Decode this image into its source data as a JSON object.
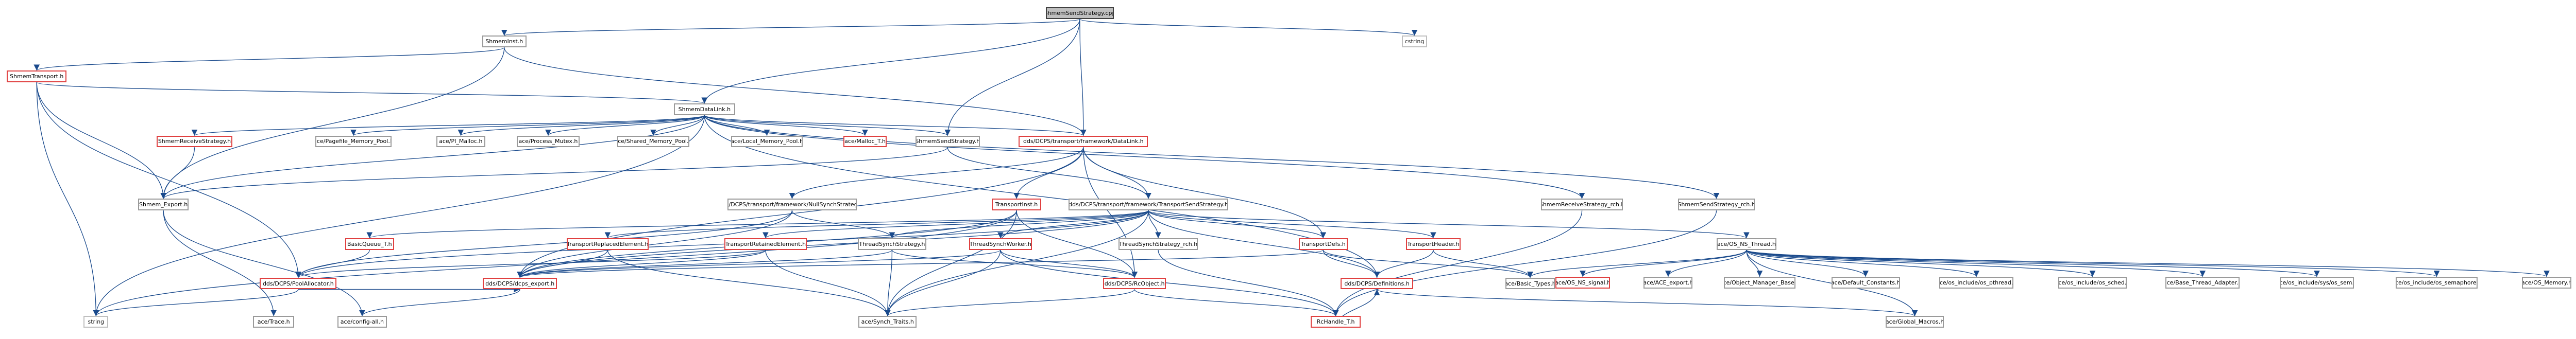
{
  "nodes": [
    {
      "id": "root",
      "label": "ShmemSendStrategy.cpp",
      "style": "root"
    },
    {
      "id": "cstring",
      "label": "cstring",
      "style": "plain"
    },
    {
      "id": "shmeminst",
      "label": "ShmemInst.h",
      "style": "normal"
    },
    {
      "id": "transport",
      "label": "ShmemTransport.h",
      "style": "red"
    },
    {
      "id": "datalink",
      "label": "ShmemDataLink.h",
      "style": "normal"
    },
    {
      "id": "recv",
      "label": "ShmemReceiveStrategy.h",
      "style": "red"
    },
    {
      "id": "pagefile",
      "label": "ace/Pagefile_Memory_Pool.h",
      "style": "normal"
    },
    {
      "id": "pimalloc",
      "label": "ace/PI_Malloc.h",
      "style": "normal"
    },
    {
      "id": "procmutex",
      "label": "ace/Process_Mutex.h",
      "style": "normal"
    },
    {
      "id": "shmpool",
      "label": "ace/Shared_Memory_Pool.h",
      "style": "normal"
    },
    {
      "id": "localpool",
      "label": "ace/Local_Memory_Pool.h",
      "style": "normal"
    },
    {
      "id": "malloc",
      "label": "ace/Malloc_T.h",
      "style": "red"
    },
    {
      "id": "sendstrat",
      "label": "ShmemSendStrategy.h",
      "style": "normal"
    },
    {
      "id": "fwdatalink",
      "label": "dds/DCPS/transport/framework/DataLink.h",
      "style": "red"
    },
    {
      "id": "recvrch",
      "label": "ShmemReceiveStrategy_rch.h",
      "style": "normal"
    },
    {
      "id": "sendrch",
      "label": "ShmemSendStrategy_rch.h",
      "style": "normal"
    },
    {
      "id": "shmemexport",
      "label": "Shmem_Export.h",
      "style": "normal"
    },
    {
      "id": "nullsync",
      "label": "dds/DCPS/transport/framework/NullSynchStrategy.h",
      "style": "normal"
    },
    {
      "id": "transportinst",
      "label": "TransportInst.h",
      "style": "red"
    },
    {
      "id": "tss",
      "label": "dds/DCPS/transport/framework/TransportSendStrategy.h",
      "style": "normal"
    },
    {
      "id": "basicqueue",
      "label": "BasicQueue_T.h",
      "style": "red"
    },
    {
      "id": "replaced",
      "label": "TransportReplacedElement.h",
      "style": "red"
    },
    {
      "id": "retained",
      "label": "TransportRetainedElement.h",
      "style": "red"
    },
    {
      "id": "threadsync",
      "label": "ThreadSynchStrategy.h",
      "style": "normal"
    },
    {
      "id": "tsworker",
      "label": "ThreadSynchWorker.h",
      "style": "red"
    },
    {
      "id": "tsrch",
      "label": "ThreadSynchStrategy_rch.h",
      "style": "normal"
    },
    {
      "id": "tdefs",
      "label": "TransportDefs.h",
      "style": "red"
    },
    {
      "id": "theader",
      "label": "TransportHeader.h",
      "style": "red"
    },
    {
      "id": "osns",
      "label": "ace/OS_NS_Thread.h",
      "style": "normal"
    },
    {
      "id": "poolalloc",
      "label": "dds/DCPS/PoolAllocator.h",
      "style": "red"
    },
    {
      "id": "dcpsexport",
      "label": "dds/DCPS/dcps_export.h",
      "style": "red"
    },
    {
      "id": "rcobject",
      "label": "dds/DCPS/RcObject.h",
      "style": "red"
    },
    {
      "id": "definitions",
      "label": "dds/DCPS/Definitions.h",
      "style": "red"
    },
    {
      "id": "basictypes",
      "label": "ace/Basic_Types.h",
      "style": "normal"
    },
    {
      "id": "ossignal",
      "label": "ace/OS_NS_signal.h",
      "style": "red"
    },
    {
      "id": "aceexport",
      "label": "ace/ACE_export.h",
      "style": "normal"
    },
    {
      "id": "objmgr",
      "label": "ace/Object_Manager_Base.h",
      "style": "normal"
    },
    {
      "id": "defconst",
      "label": "ace/Default_Constants.h",
      "style": "normal"
    },
    {
      "id": "ospthread",
      "label": "ace/os_include/os_pthread.h",
      "style": "normal"
    },
    {
      "id": "ossched",
      "label": "ace/os_include/os_sched.h",
      "style": "normal"
    },
    {
      "id": "basethread",
      "label": "ace/Base_Thread_Adapter.h",
      "style": "normal"
    },
    {
      "id": "sysipc",
      "label": "ace/os_include/sys/os_sem.h",
      "style": "normal"
    },
    {
      "id": "semaphore",
      "label": "ace/os_include/os_semaphore.h",
      "style": "normal"
    },
    {
      "id": "osmemory",
      "label": "ace/OS_Memory.h",
      "style": "normal"
    },
    {
      "id": "string",
      "label": "string",
      "style": "plain"
    },
    {
      "id": "trace",
      "label": "ace/Trace.h",
      "style": "normal"
    },
    {
      "id": "configall",
      "label": "ace/config-all.h",
      "style": "normal"
    },
    {
      "id": "synchtraits",
      "label": "ace/Synch_Traits.h",
      "style": "normal"
    },
    {
      "id": "rchandle",
      "label": "RcHandle_T.h",
      "style": "red"
    },
    {
      "id": "globalmacros",
      "label": "ace/Global_Macros.h",
      "style": "normal"
    }
  ],
  "edges": [
    [
      "root",
      "cstring"
    ],
    [
      "root",
      "shmeminst"
    ],
    [
      "root",
      "datalink"
    ],
    [
      "root",
      "sendstrat"
    ],
    [
      "root",
      "fwdatalink"
    ],
    [
      "shmeminst",
      "transport"
    ],
    [
      "shmeminst",
      "shmemexport"
    ],
    [
      "shmeminst",
      "fwdatalink"
    ],
    [
      "transport",
      "datalink"
    ],
    [
      "transport",
      "shmemexport"
    ],
    [
      "transport",
      "poolalloc"
    ],
    [
      "transport",
      "string"
    ],
    [
      "datalink",
      "recv"
    ],
    [
      "datalink",
      "pagefile"
    ],
    [
      "datalink",
      "pimalloc"
    ],
    [
      "datalink",
      "procmutex"
    ],
    [
      "datalink",
      "shmpool"
    ],
    [
      "datalink",
      "localpool"
    ],
    [
      "datalink",
      "malloc"
    ],
    [
      "datalink",
      "sendstrat"
    ],
    [
      "datalink",
      "fwdatalink"
    ],
    [
      "datalink",
      "recvrch"
    ],
    [
      "datalink",
      "sendrch"
    ],
    [
      "datalink",
      "shmemexport"
    ],
    [
      "datalink",
      "string"
    ],
    [
      "datalink",
      "definitions"
    ],
    [
      "recv",
      "shmemexport"
    ],
    [
      "sendstrat",
      "shmemexport"
    ],
    [
      "sendstrat",
      "tss"
    ],
    [
      "fwdatalink",
      "nullsync"
    ],
    [
      "fwdatalink",
      "transportinst"
    ],
    [
      "fwdatalink",
      "tss"
    ],
    [
      "fwdatalink",
      "tdefs"
    ],
    [
      "fwdatalink",
      "dcpsexport"
    ],
    [
      "fwdatalink",
      "rcobject"
    ],
    [
      "recvrch",
      "rchandle"
    ],
    [
      "sendrch",
      "rchandle"
    ],
    [
      "shmemexport",
      "trace"
    ],
    [
      "shmemexport",
      "configall"
    ],
    [
      "nullsync",
      "threadsync"
    ],
    [
      "nullsync",
      "dcpsexport"
    ],
    [
      "nullsync",
      "poolalloc"
    ],
    [
      "transportinst",
      "dcpsexport"
    ],
    [
      "transportinst",
      "synchtraits"
    ],
    [
      "transportinst",
      "string"
    ],
    [
      "transportinst",
      "rcobject"
    ],
    [
      "tss",
      "basicqueue"
    ],
    [
      "tss",
      "replaced"
    ],
    [
      "tss",
      "retained"
    ],
    [
      "tss",
      "threadsync"
    ],
    [
      "tss",
      "tsworker"
    ],
    [
      "tss",
      "tsrch"
    ],
    [
      "tss",
      "tdefs"
    ],
    [
      "tss",
      "theader"
    ],
    [
      "tss",
      "osns"
    ],
    [
      "tss",
      "dcpsexport"
    ],
    [
      "tss",
      "poolalloc"
    ],
    [
      "tss",
      "synchtraits"
    ],
    [
      "tss",
      "definitions"
    ],
    [
      "basicqueue",
      "poolalloc"
    ],
    [
      "replaced",
      "dcpsexport"
    ],
    [
      "replaced",
      "synchtraits"
    ],
    [
      "retained",
      "dcpsexport"
    ],
    [
      "retained",
      "synchtraits"
    ],
    [
      "retained",
      "poolalloc"
    ],
    [
      "threadsync",
      "dcpsexport"
    ],
    [
      "threadsync",
      "synchtraits"
    ],
    [
      "threadsync",
      "rcobject"
    ],
    [
      "tsworker",
      "dcpsexport"
    ],
    [
      "tsworker",
      "rcobject"
    ],
    [
      "tsworker",
      "synchtraits"
    ],
    [
      "tsworker",
      "rchandle"
    ],
    [
      "tsrch",
      "rchandle"
    ],
    [
      "tdefs",
      "definitions"
    ],
    [
      "tdefs",
      "basictypes"
    ],
    [
      "tdefs",
      "dcpsexport"
    ],
    [
      "theader",
      "definitions"
    ],
    [
      "theader",
      "basictypes"
    ],
    [
      "osns",
      "ossignal"
    ],
    [
      "osns",
      "aceexport"
    ],
    [
      "osns",
      "objmgr"
    ],
    [
      "osns",
      "defconst"
    ],
    [
      "osns",
      "ospthread"
    ],
    [
      "osns",
      "ossched"
    ],
    [
      "osns",
      "basethread"
    ],
    [
      "osns",
      "sysipc"
    ],
    [
      "osns",
      "semaphore"
    ],
    [
      "osns",
      "osmemory"
    ],
    [
      "osns",
      "basictypes"
    ],
    [
      "osns",
      "globalmacros"
    ],
    [
      "poolalloc",
      "string"
    ],
    [
      "poolalloc",
      "dcpsexport"
    ],
    [
      "dcpsexport",
      "configall"
    ],
    [
      "rcobject",
      "synchtraits"
    ],
    [
      "rcobject",
      "rchandle"
    ],
    [
      "definitions",
      "globalmacros"
    ],
    [
      "rchandle",
      "definitions"
    ]
  ]
}
